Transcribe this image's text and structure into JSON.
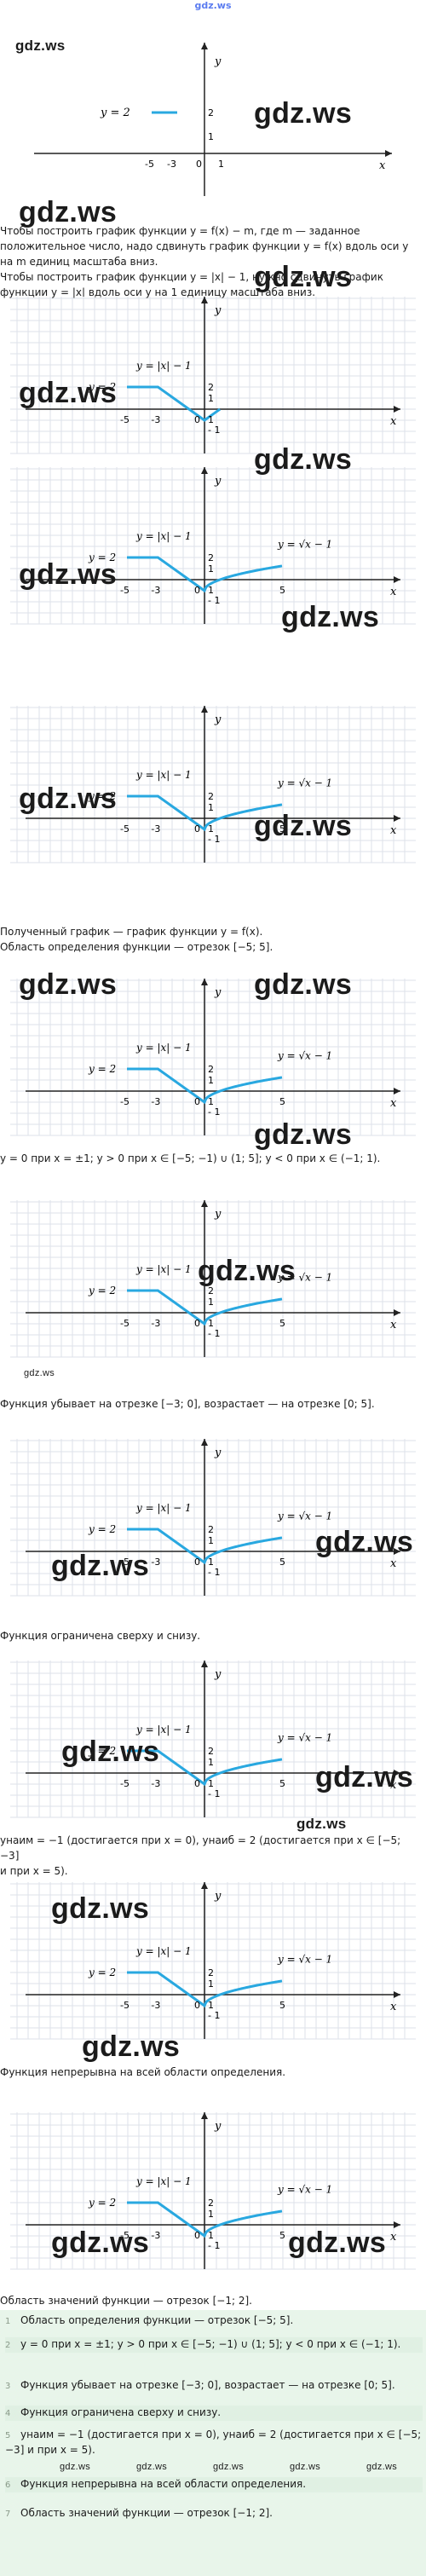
{
  "header": {
    "logo": "gdz.ws"
  },
  "watermark": "gdz.ws",
  "labels": {
    "y": "y",
    "x": "x",
    "y_eq_2": "y = 2",
    "abs": "y = |x| − 1",
    "sqrt": "y = √x − 1",
    "m5": "-5",
    "m3": "-3",
    "zero": "0",
    "one": "1",
    "two": "2",
    "five": "5",
    "minus1": "- 1"
  },
  "paragraphs": {
    "p1a": "Чтобы построить график функции y = f(x) − m, где m — заданное",
    "p1b": "положительное число, надо сдвинуть график функции y = f(x) вдоль оси y",
    "p1c": "на m единиц масштаба вниз.",
    "p2a": "Чтобы построить график функции y = |x| − 1, нужно сдвинуть график",
    "p2b": "функции y = |x| вдоль оси y на 1 единицу масштаба вниз.",
    "p3a": "Полученный график — график функции y = f(x).",
    "p3b": "Область определения функции — отрезок [−5; 5].",
    "p4": "y = 0 при x = ±1; y > 0 при x ∈ [−5; −1) ∪ (1; 5]; y < 0 при x ∈ (−1; 1).",
    "p5": "Функция убывает на отрезке [−3; 0], возрастает — на отрезке [0; 5].",
    "p6": "Функция ограничена сверху и снизу.",
    "p7a": "yнаим = −1 (достигается при x = 0), yнаиб = 2 (достигается при x ∈ [−5; −3]",
    "p7b": "и при x = 5).",
    "p8": "Функция непрерывна на всей области определения.",
    "p9": "Область значений функции — отрезок [−1; 2]."
  },
  "answers": [
    {
      "n": "1",
      "text": "Область определения функции — отрезок [−5; 5]."
    },
    {
      "n": "2",
      "text": "y = 0 при x = ±1; y > 0 при x ∈ [−5; −1) ∪ (1; 5]; y < 0 при x ∈ (−1; 1)."
    },
    {
      "n": "3",
      "text": "Функция убывает на отрезке [−3; 0], возрастает — на отрезке [0; 5]."
    },
    {
      "n": "4",
      "text": "Функция ограничена сверху и снизу."
    },
    {
      "n": "5",
      "text": "yнаим = −1 (достигается при x = 0), yнаиб = 2 (достигается при x ∈ [−5; −3] и при x = 5)."
    },
    {
      "n": "6",
      "text": "Функция непрерывна на всей области определения."
    },
    {
      "n": "7",
      "text": "Область значений функции — отрезок [−1; 2]."
    }
  ],
  "colors": {
    "curve": "#29a8e0",
    "grid": "#dde2ea",
    "axis": "#222222",
    "answer_bg": "#e8f5ea"
  }
}
